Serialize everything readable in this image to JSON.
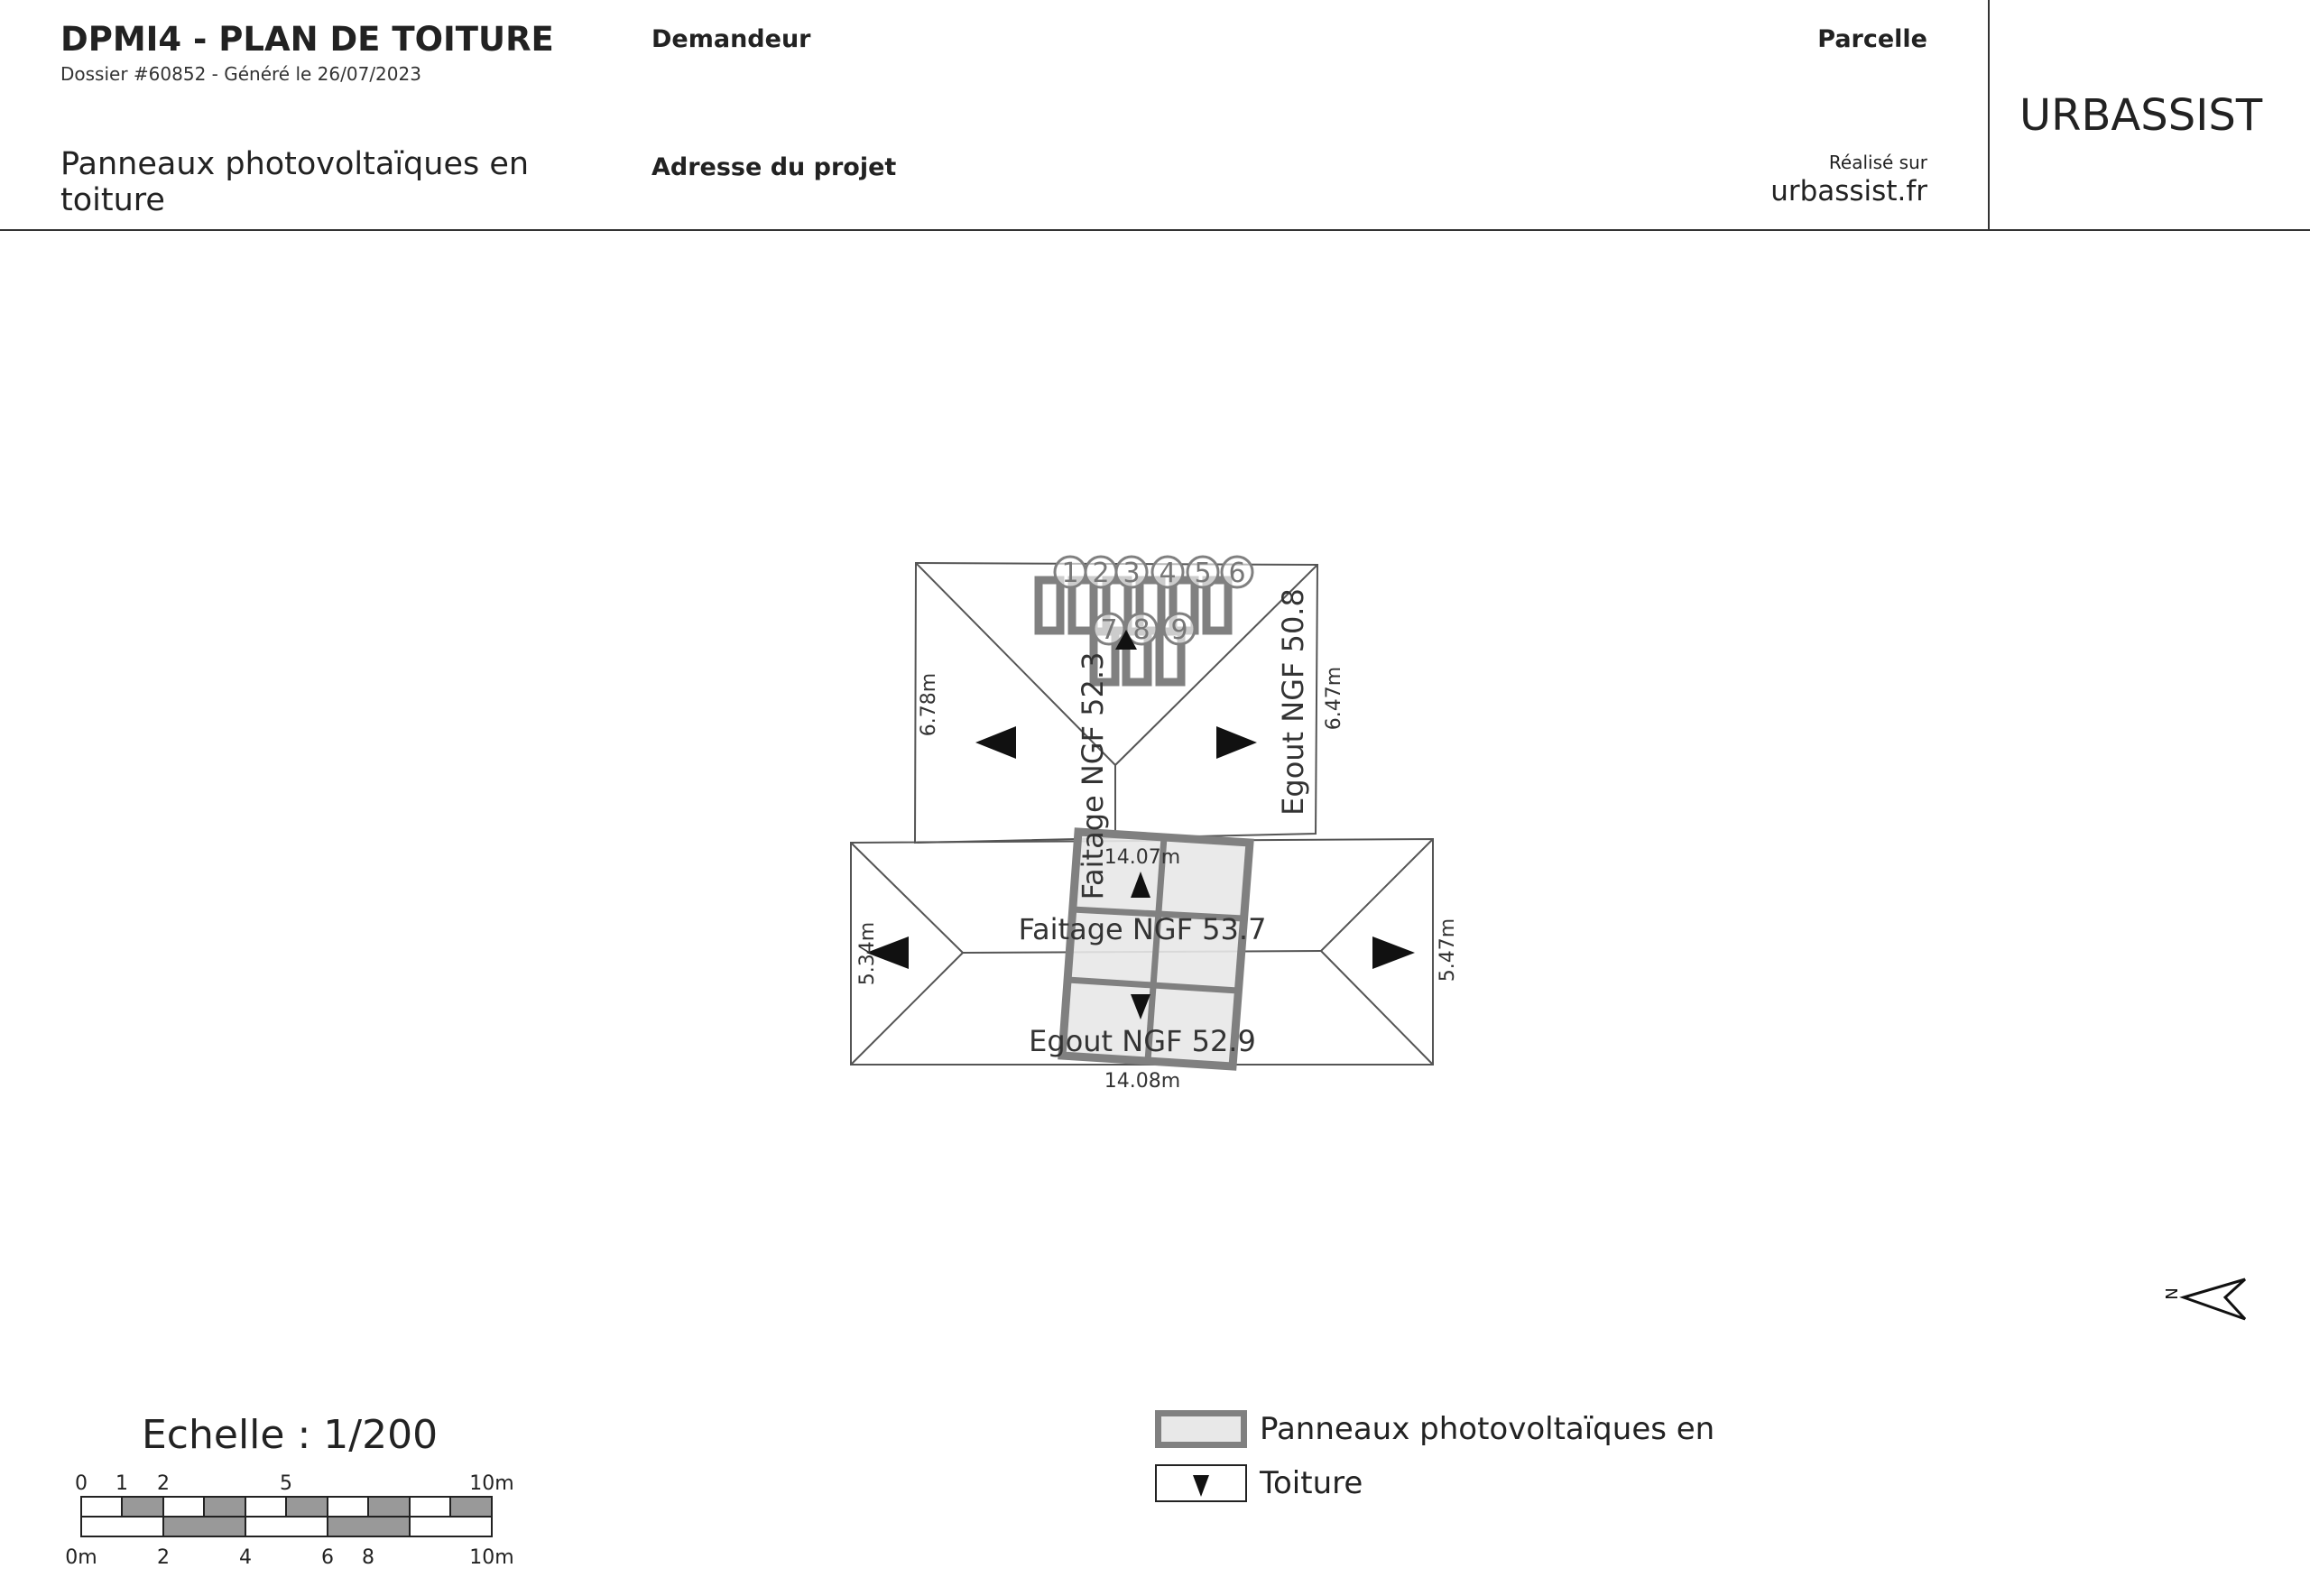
{
  "header": {
    "title": "DPMI4 - PLAN DE TOITURE",
    "subtitle": "Dossier #60852 - Généré le 26/07/2023",
    "description": "Panneaux photovoltaïques en toiture",
    "demandeur_label": "Demandeur",
    "adresse_label": "Adresse du projet",
    "parcelle_label": "Parcelle",
    "realise_label": "Réalisé sur",
    "site": "urbassist.fr",
    "brand": "URBASSIST"
  },
  "plan": {
    "labels": {
      "faitage_vertical": "Faitage NGF 52.3",
      "egout_vertical": "Egout NGF 50.8",
      "faitage_horizontal": "Faitage NGF 53.7",
      "egout_horizontal": "Egout NGF 52.9"
    },
    "dimensions": {
      "left_upper": "6.78m",
      "right_upper": "6.47m",
      "middle": "14.07m",
      "left_lower": "5.34m",
      "right_lower": "5.47m",
      "bottom": "14.08m"
    },
    "panel_numbers_top": [
      "1",
      "2",
      "3",
      "4",
      "5",
      "6"
    ],
    "panel_numbers_bottom": [
      "7",
      "8",
      "9"
    ],
    "north_label": "N"
  },
  "legend": {
    "panels": "Panneaux photovoltaïques en",
    "roof": "Toiture"
  },
  "scale": {
    "title": "Echelle : 1/200",
    "top_ticks": [
      "0",
      "1",
      "2",
      "5",
      "10m"
    ],
    "bottom_ticks": [
      "0m",
      "2",
      "4",
      "6",
      "8",
      "10m"
    ]
  },
  "colors": {
    "panel_stroke": "#808080",
    "panel_fill": "#e8e8e8",
    "line": "#555555"
  }
}
